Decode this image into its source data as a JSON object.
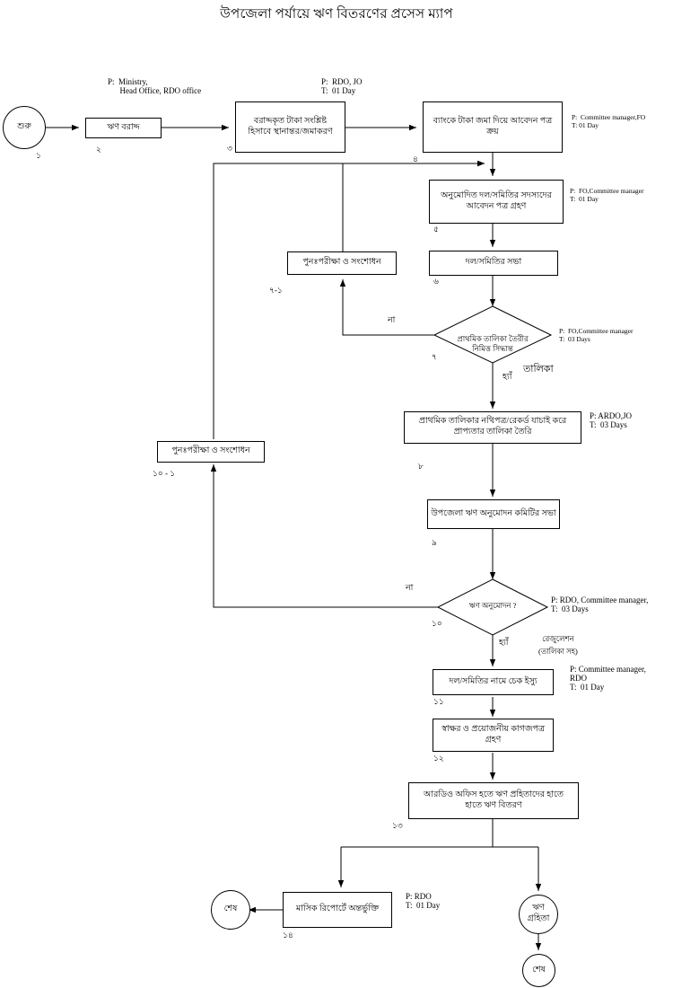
{
  "title": "উপজেলা পর্যায়ে ঋণ বিতরণের প্রসেস ম্যাপ",
  "nodes": {
    "start": "শুরু",
    "n2": "ঋণ বরাদ্দ",
    "n3": "বরাদ্দকৃত টাকা সংশ্লিষ্ট\nহিসাবে স্থানান্তর/জমাকরণ",
    "n4": "ব্যাংকে টাকা জমা দিয়ে আবেদন পত্র\nক্রয়",
    "n5": "অনুমোদিত দল/সমিতির সদস্যদের\nআবেদন পত্র গ্রহণ",
    "n6": "দল/সমিতির সভা",
    "n7": "প্রাথমিক তালিকা তৈরীর\nনিমিত্ত সিদ্ধান্ত",
    "n7r": "পুনঃপরীক্ষা ও সংশোধন",
    "n8": "প্রাথমিক তালিকার নথিপত্র/রেকর্ড যাচাই করে\nপ্রাপ্যতার তালিকা তৈরি",
    "n9": "উপজেলা ঋণ অনুমোদন কমিটির সভা",
    "n10": "ঋণ অনুমোদন ?",
    "n10r": "পুনঃপরীক্ষা ও সংশোধন",
    "n11": "দল/সমিতির নামে চেক ইস্যু",
    "n12": "স্বাক্ষর ও প্রয়োজনীয় কাগজপত্র\nগ্রহণ",
    "n13": "আরডিও অফিস হতে ঋণ  প্রহিতাদের হাতে\nহাতে ঋণ  বিতরণ",
    "n14": "মাসিক রিপোর্টে অন্তর্ভুক্তি",
    "end_left": "শেষ",
    "borrower": "ঋণ\nগ্রহিতা",
    "end_right": "শেষ"
  },
  "step_numbers": {
    "s1": "১",
    "s2": "২",
    "s3": "৩",
    "s4": "৪",
    "s5": "৫",
    "s6": "৬",
    "s7": "৭",
    "s7r": "৭-১",
    "s8": "৮",
    "s9": "৯",
    "s10": "১০",
    "s10r": "১০ - ১",
    "s11": "১১",
    "s12": "১২",
    "s13": "১৩",
    "s14": "১৪"
  },
  "annotations": {
    "a_ministry": "P:  Ministry,\n      Head Office, RDO office",
    "a_rdo_jo": "P:  RDO, JO\nT:  01 Day",
    "a_cm_fo": "P:  Committee manager,FO\nT: 01 Day",
    "a_fo_cm": "P:  FO,Committee manager\nT:  01 Day",
    "a_fo_cm3": "P:  FO,Committee manager\nT:  03 Days",
    "a_ardo_jo": "P: ARDO,JO\nT:  03 Days",
    "a_rdo_cm": "P: RDO, Committee manager,\nT:  03 Days",
    "a_cm_rdo": "P: Committee manager,\nRDO\nT:  01 Day",
    "a_rdo": "P: RDO\nT:  01 Day",
    "label_no_7": "না",
    "label_yes_7": "হ্যাঁ",
    "label_talika": "তালিকা",
    "label_no_10": "না",
    "label_yes_10": "হ্যাঁ",
    "label_resolution": "রেজুলেশন\n(তালিকা সহ)"
  },
  "colors": {
    "stroke": "#000000",
    "background": "#ffffff",
    "text": "#000000"
  }
}
